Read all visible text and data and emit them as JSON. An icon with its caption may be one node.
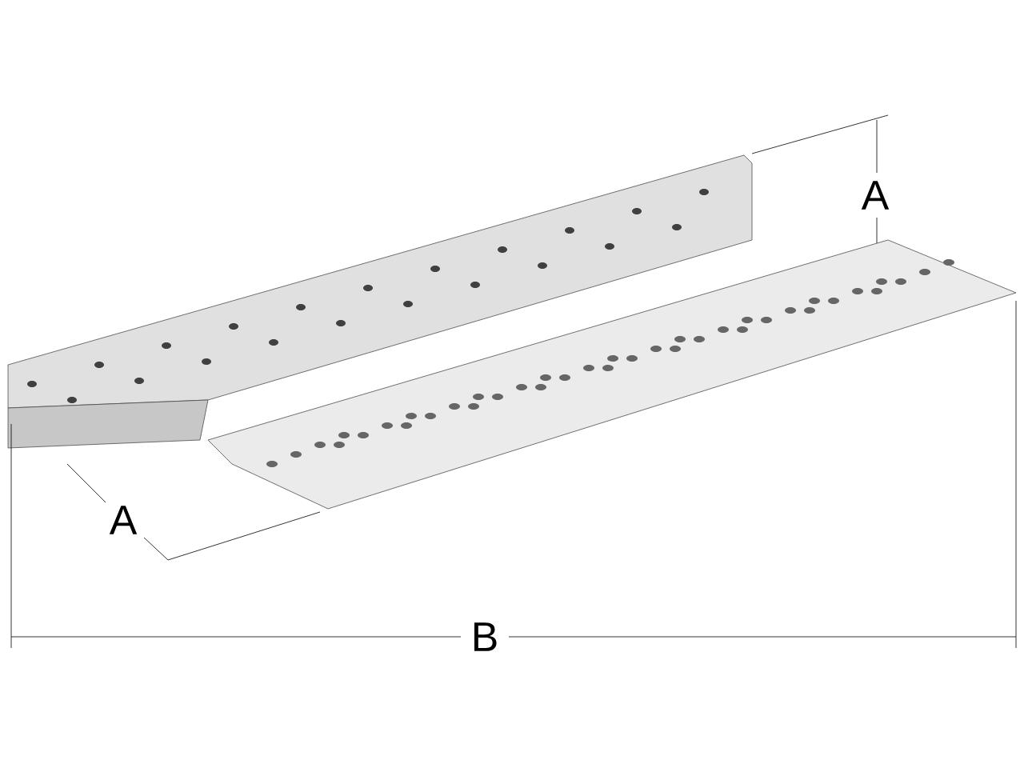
{
  "diagram": {
    "labels": [
      "A",
      "A",
      "B"
    ]
  }
}
